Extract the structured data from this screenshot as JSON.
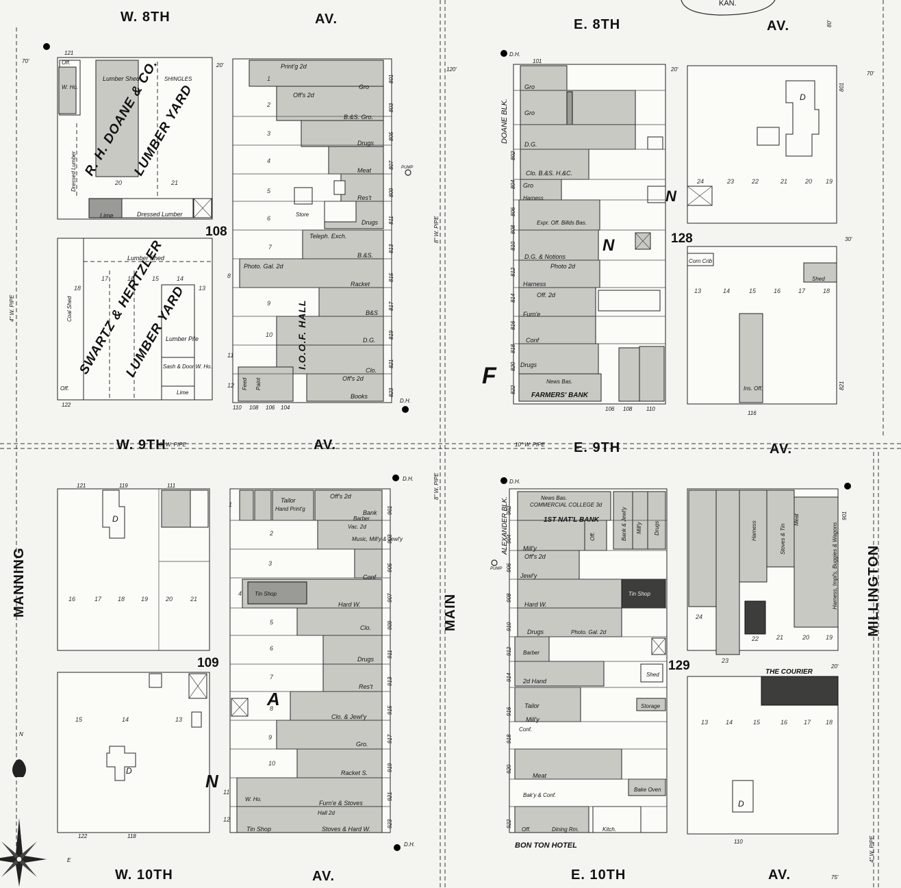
{
  "streets": {
    "north_w": "W. 8TH",
    "north_av_w": "AV.",
    "north_e": "E. 8TH",
    "north_av_e": "AV.",
    "middle_w": "W. 9TH",
    "middle_av_w": "AV.",
    "middle_e": "E. 9TH",
    "middle_av_e": "AV.",
    "south_w": "W. 10TH",
    "south_av_w": "AV.",
    "south_e": "E. 10TH",
    "south_av_e": "AV.",
    "west": "MANNING",
    "center": "MAIN",
    "east": "MILLINGTON"
  },
  "top_badge": "KAN.",
  "pipe_labels": {
    "w9_pipe": "10\" W. PIPE",
    "e9_pipe": "10\" W. PIPE",
    "main_pipe_upper": "8\" W. PIPE",
    "main_pipe_lower": "8\" W. PIPE",
    "manning_pipe": "4\" W. PIPE",
    "millington_pipe": "4\" W. PIPE"
  },
  "blocks": {
    "b108": "108",
    "b109": "109",
    "b128": "128",
    "b129": "129"
  },
  "block108_west": {
    "lumber_co": "R. H. DOANE & CO.",
    "lumber_yard": "LUMBER YARD",
    "lumber_shed": "Lumber Shed",
    "shingles": "SHINGLES",
    "dressed_lumber_v": "Dressed Lumber",
    "dressed_lumber_h": "Dressed Lumber",
    "lime": "Lime",
    "w_ho": "W. Ho.",
    "off": "Off.",
    "lots": [
      "20",
      "21"
    ],
    "north_lot": "121"
  },
  "block108_sw": {
    "firm": "SWARTZ & HERTZLER",
    "yard": "LUMBER YARD",
    "lumber_shed": "Lumber Shed",
    "coal_shed": "Coal Shed",
    "lumber_pile": "Lumber Pile",
    "sash_door": "Sash & Door W. Ho.",
    "off": "Off.",
    "lime": "Lime",
    "lots": [
      "18",
      "17",
      "16",
      "15",
      "14",
      "13"
    ],
    "south_lot": "122"
  },
  "block108_east": {
    "stores": [
      "Print'g 2d",
      "Gro",
      "Off's 2d",
      "B.&S. Gro.",
      "Drugs",
      "Meat",
      "Res't",
      "Store",
      "Drugs",
      "Teleph. Exch.",
      "B.&S.",
      "Photo. Gal. 2d",
      "Racket",
      "B&S",
      "D.G.",
      "Clo.",
      "Off's 2d",
      "Books",
      "Feed",
      "Paint"
    ],
    "hall": "I.O.O.F. HALL",
    "addresses_east": [
      "801",
      "803",
      "805",
      "807",
      "809",
      "811",
      "813",
      "815",
      "817",
      "819",
      "821",
      "823"
    ],
    "addresses_south": [
      "110",
      "108",
      "106",
      "104"
    ],
    "lots": [
      "1",
      "2",
      "3",
      "4",
      "5",
      "6",
      "7",
      "8",
      "9",
      "10",
      "11",
      "12"
    ]
  },
  "block128_west": {
    "blk": "DOANE BLK.",
    "stores": [
      "Gro",
      "Gro",
      "D.G.",
      "Clo. B.&S. H.&C.",
      "Gro",
      "Harness",
      "Expr. Off. Billds Bas.",
      "D.G. & Notions",
      "Photo 2d",
      "Harness",
      "Off. 2d",
      "Furn'e",
      "Conf",
      "Drugs",
      "News Bas."
    ],
    "bank": "FARMERS' BANK",
    "addresses_west": [
      "802",
      "804",
      "806",
      "808",
      "810",
      "812",
      "814",
      "816",
      "818",
      "820",
      "822"
    ],
    "addresses_south": [
      "106",
      "108",
      "110"
    ],
    "north_lot": "101"
  },
  "block128_east": {
    "dwelling": "D",
    "corn_crib": "Corn Crib",
    "shed": "Shed",
    "ins_off": "Ins. Off.",
    "lots_north": [
      "24",
      "23",
      "22",
      "21",
      "20",
      "19"
    ],
    "lots_south": [
      "13",
      "14",
      "15",
      "16",
      "17",
      "18"
    ],
    "address_east": "801",
    "address_east2": "821",
    "south_lot": "116"
  },
  "block109_west": {
    "dwelling_n": "D",
    "dwelling_s": "D",
    "lots_north": [
      "16",
      "17",
      "18",
      "19",
      "20",
      "21"
    ],
    "lots_south": [
      "15",
      "14",
      "13"
    ],
    "north_lots": [
      "121",
      "119",
      "111"
    ],
    "south_lots": [
      "122",
      "118"
    ]
  },
  "block109_east": {
    "stores": [
      "Off's 2d",
      "Bank",
      "Barber",
      "Vac. 2d",
      "Tailor",
      "Hand Print'g",
      "Music, Mill'y & Jewl'y",
      "Conf",
      "Tin Shop",
      "Hard W.",
      "Clo.",
      "Drugs",
      "Res't",
      "Clo. & Jewl'y",
      "Gro.",
      "Racket S.",
      "Furn'e & Stoves",
      "W. Ho.",
      "Hall 2d",
      "Tin Shop",
      "Stoves & Hard W."
    ],
    "addresses_east": [
      "901",
      "903",
      "905",
      "907",
      "909",
      "911",
      "913",
      "915",
      "917",
      "919",
      "921",
      "923"
    ],
    "lots": [
      "1",
      "2",
      "3",
      "4",
      "5",
      "6",
      "7",
      "8",
      "9",
      "10",
      "11",
      "12"
    ]
  },
  "block129_west": {
    "blk": "ALEXANDER BLK.",
    "stores": [
      "News Bas.",
      "COMMERCIAL COLLEGE 3d",
      "1ST NAT'L BANK",
      "Off.",
      "Bank & Jewl'y",
      "Mill'y",
      "Drugs",
      "Mill'y",
      "Off's 2d",
      "Jewl'y",
      "Hard W.",
      "Tin Shop",
      "Drugs",
      "Photo. Gal. 2d",
      "Barber",
      "2d Hand",
      "Tailor",
      "Mill'y",
      "Conf.",
      "Shed",
      "Storage",
      "Meat",
      "Bak'y & Conf.",
      "Bake Oven",
      "Off.",
      "Dining Rm.",
      "Kitch."
    ],
    "hotel": "BON TON HOTEL",
    "addresses_west": [
      "902",
      "904",
      "906",
      "908",
      "910",
      "912",
      "914",
      "916",
      "918",
      "920",
      "922"
    ]
  },
  "block129_east": {
    "stores": [
      "Harness",
      "Stoves & Tin",
      "Meat",
      "Harness, Impl's, Buggies & Wagons"
    ],
    "courier": "THE COURIER",
    "dwelling": "D",
    "lots_north": [
      "24",
      "23",
      "22",
      "21",
      "20",
      "19"
    ],
    "lots_south": [
      "13",
      "14",
      "15",
      "16",
      "17",
      "18"
    ],
    "address_east": "901",
    "south_lot": "110"
  },
  "markers": {
    "dh": "D.H.",
    "pump": "PUMP",
    "dim_70": "70'",
    "dim_20": "20'",
    "dim_120": "120'",
    "dim_80": "80'",
    "dim_30": "30'",
    "dim_75": "75'"
  },
  "compass": {
    "n": "N",
    "e": "E"
  },
  "legend_letters": [
    "F",
    "A",
    "N"
  ]
}
